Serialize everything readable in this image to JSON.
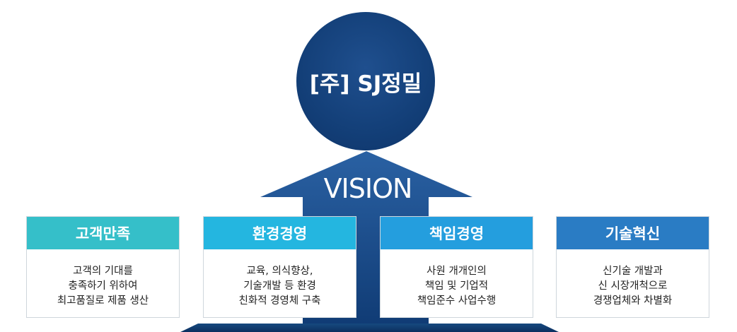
{
  "center": {
    "title": "[주] SJ정밀"
  },
  "arrow": {
    "label": "VISION"
  },
  "colors": {
    "circle": "#133f78",
    "arrow": "#1b4f8f",
    "card1": "#35bfc9",
    "card2": "#24b6e0",
    "card3": "#249ede",
    "card4": "#2a7cc4"
  },
  "cards": [
    {
      "title": "고객만족",
      "lines": [
        "고객의 기대를",
        "충족하기 위하여",
        "최고품질로 제품 생산"
      ]
    },
    {
      "title": "환경경영",
      "lines": [
        "교육, 의식향상,",
        "기술개발 등 환경",
        "친화적 경영체 구축"
      ]
    },
    {
      "title": "책임경영",
      "lines": [
        "사원 개개인의",
        "책임 및 기업적",
        "책임준수 사업수행"
      ]
    },
    {
      "title": "기술혁신",
      "lines": [
        "신기술 개발과",
        "신 시장개척으로",
        "경쟁업체와 차별화"
      ]
    }
  ]
}
